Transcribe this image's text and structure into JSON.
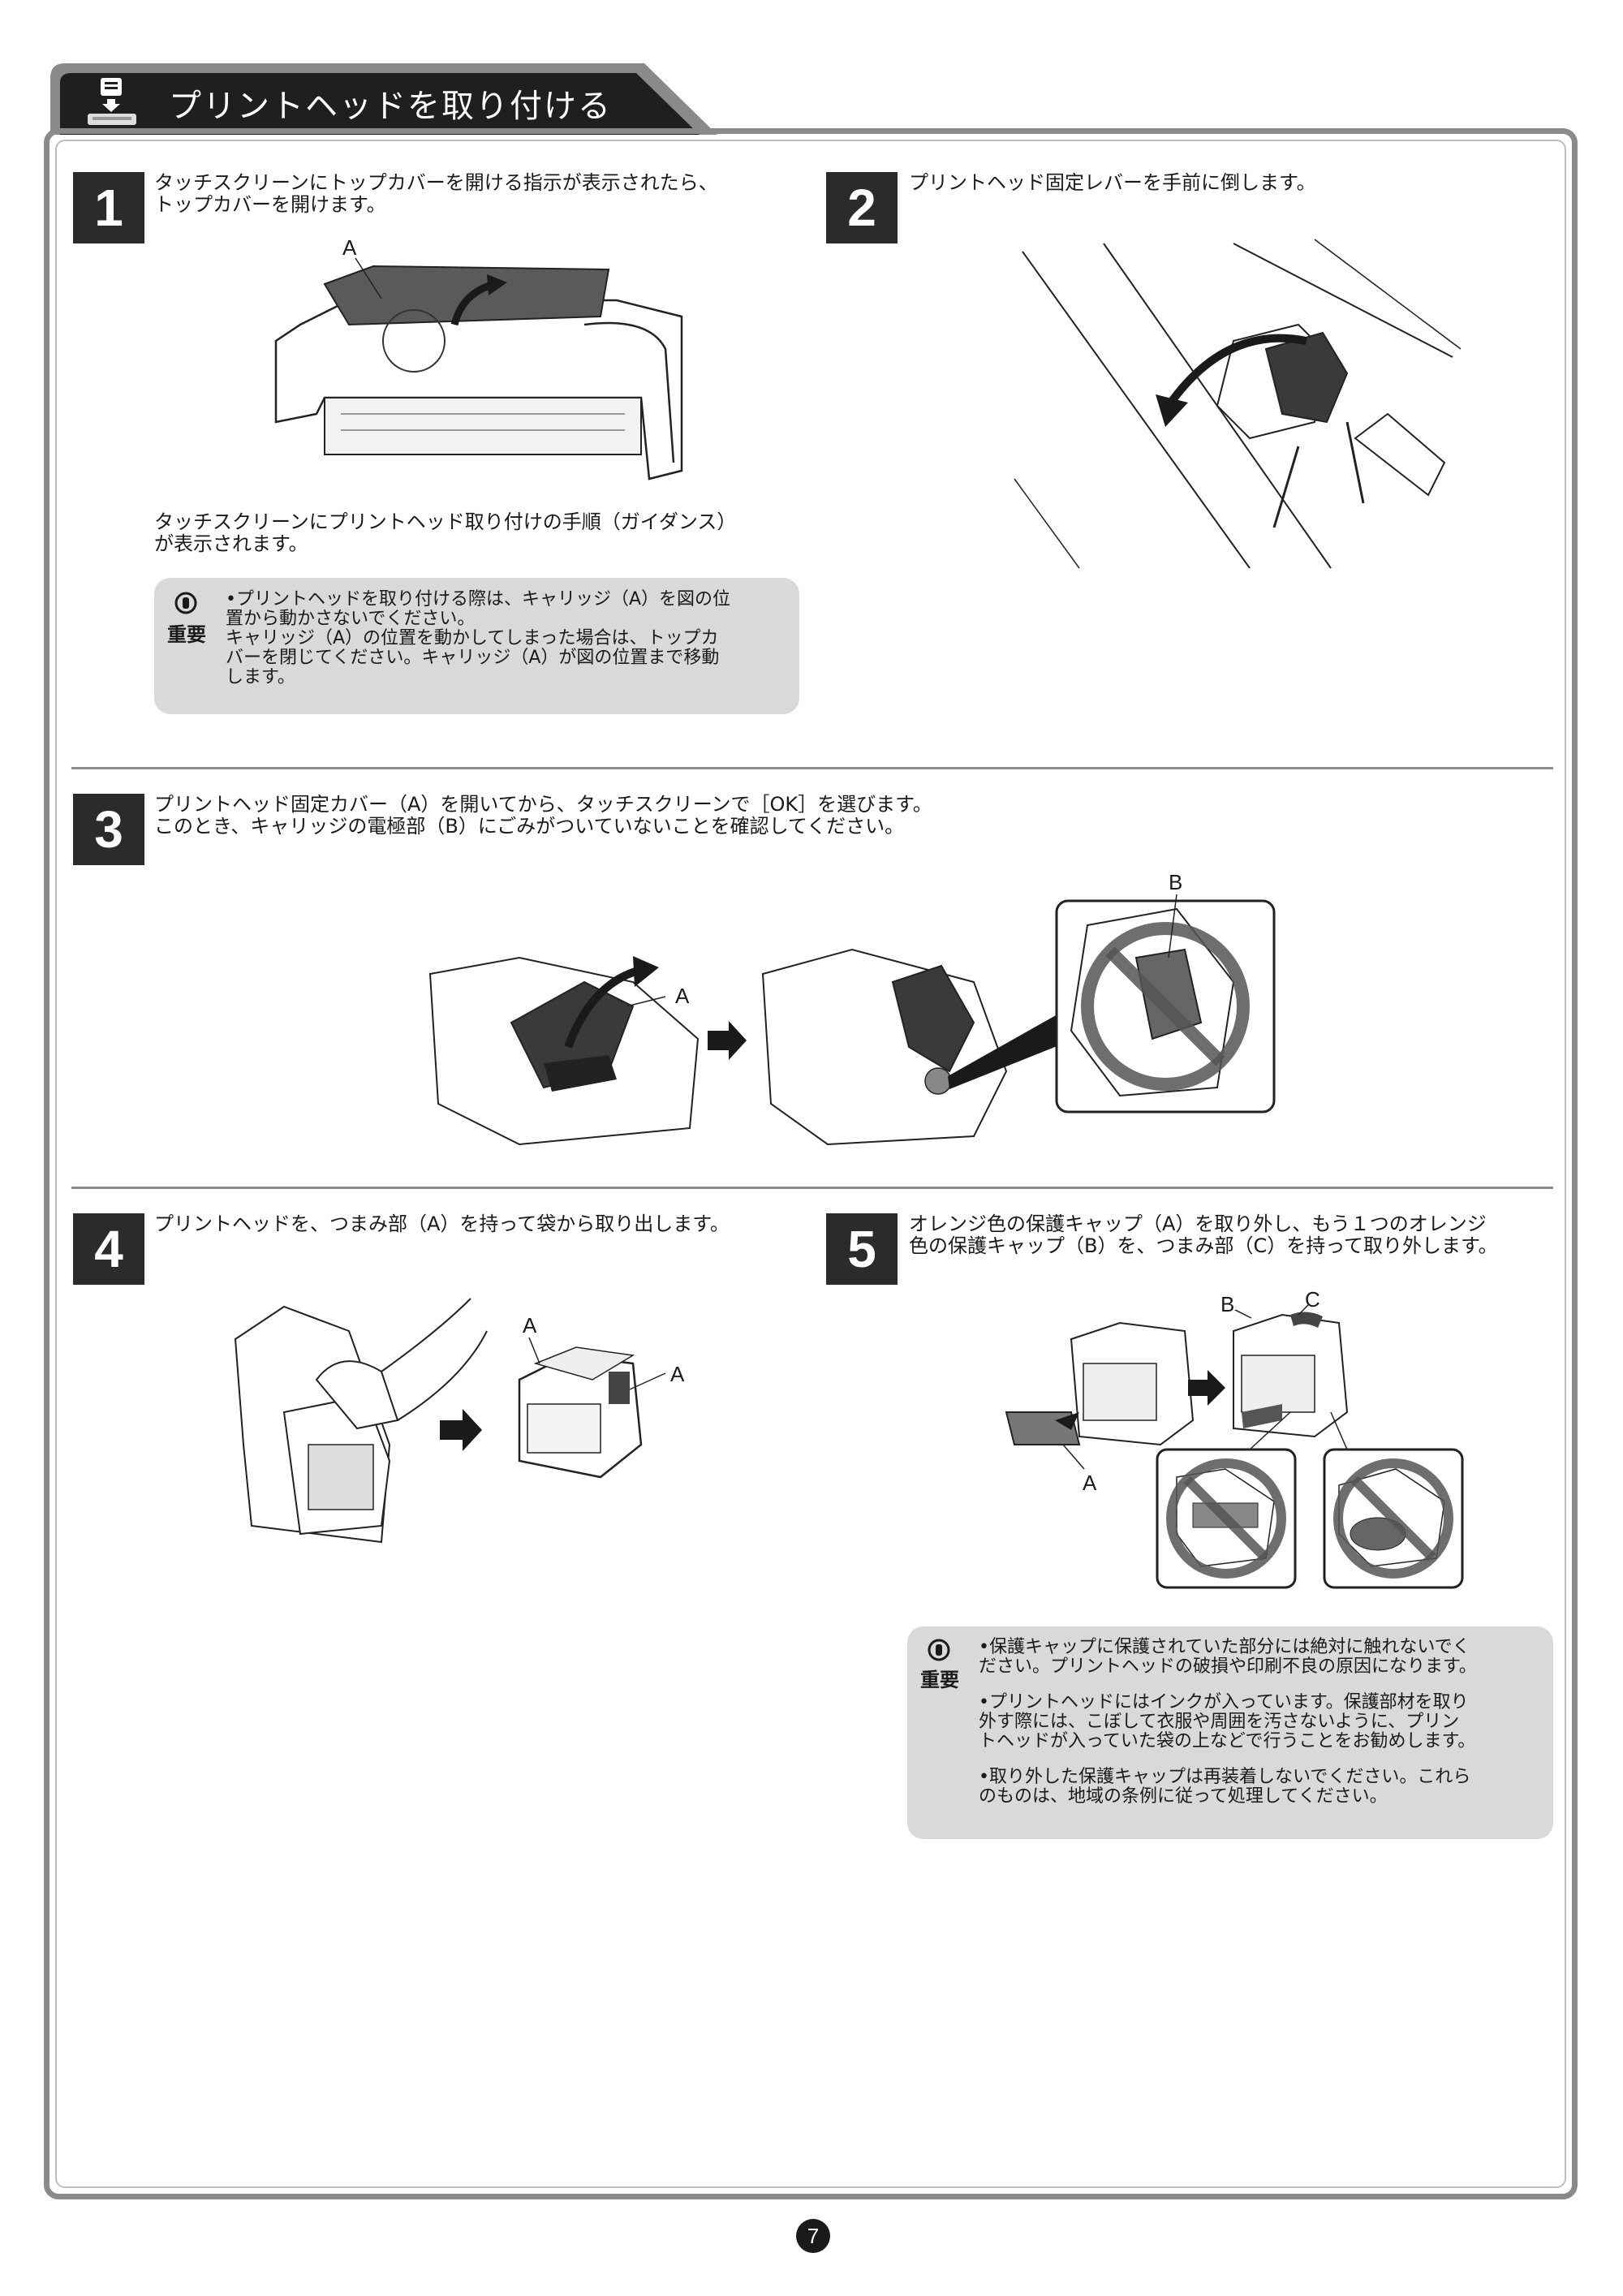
{
  "header": {
    "title": "プリントヘッドを取り付ける"
  },
  "steps": [
    {
      "num": "1",
      "lines": [
        "タッチスクリーンにトップカバーを開ける指示が表示されたら、",
        "トップカバーを開けます。"
      ],
      "after": [
        "タッチスクリーンにプリントヘッド取り付けの手順（ガイダンス）",
        "が表示されます。"
      ]
    },
    {
      "num": "2",
      "lines": [
        "プリントヘッド固定レバーを手前に倒します。"
      ]
    },
    {
      "num": "3",
      "lines": [
        "プリントヘッド固定カバー（A）を開いてから、タッチスクリーンで［OK］を選びます。",
        "このとき、キャリッジの電極部（B）にごみがついていないことを確認してください。"
      ]
    },
    {
      "num": "4",
      "lines": [
        "プリントヘッドを、つまみ部（A）を持って袋から取り出します。"
      ]
    },
    {
      "num": "5",
      "lines": [
        "オレンジ色の保護キャップ（A）を取り外し、もう１つのオレンジ",
        "色の保護キャップ（B）を、つまみ部（C）を持って取り外します。"
      ]
    }
  ],
  "notes": {
    "label": "重要",
    "note1": [
      "•プリントヘッドを取り付ける際は、キャリッジ（A）を図の位",
      "  置から動かさないでください。",
      "  キャリッジ（A）の位置を動かしてしまった場合は、トップカ",
      "  バーを閉じてください。キャリッジ（A）が図の位置まで移動",
      "  します。"
    ],
    "note2": [
      "•保護キャップに保護されていた部分には絶対に触れないでく",
      "  ださい。プリントヘッドの破損や印刷不良の原因になります。",
      "",
      "•プリントヘッドにはインクが入っています。保護部材を取り",
      "  外す際には、こぼして衣服や周囲を汚さないように、プリン",
      "  トヘッドが入っていた袋の上などで行うことをお勧めします。",
      "",
      "•取り外した保護キャップは再装着しないでください。これら",
      "  のものは、地域の条例に従って処理してください。"
    ]
  },
  "callouts": {
    "a": "A",
    "b": "B",
    "c": "C"
  },
  "page_number": "7"
}
